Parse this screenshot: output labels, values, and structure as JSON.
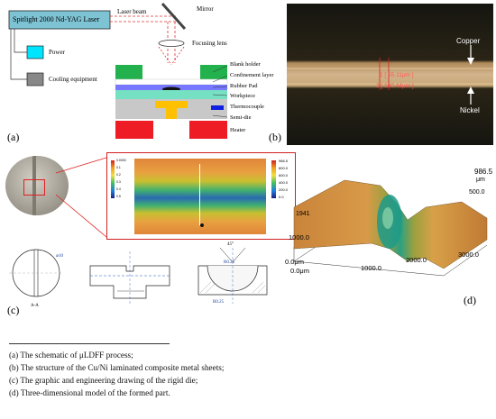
{
  "panel_a": {
    "label": "(a)",
    "laser_box": "Spitlight 2000 Nd-YAG Laser",
    "laser_beam": "Laser beam",
    "mirror": "Mirror",
    "focusing_lens": "Focusing lens",
    "power": "Power",
    "cooling": "Cooling equipment",
    "legend": [
      "Blank holder",
      "Confinement layer",
      "Rubber Pad",
      "Workpiece",
      "Thermocouple",
      "Semi-die",
      "Heater"
    ]
  },
  "panel_b": {
    "label": "(b)",
    "copper": "Copper",
    "nickel": "Nickel",
    "m1": "1 [ 55.11μm ]",
    "m2": "2 [ 100.44μm ]"
  },
  "panel_c": {
    "label": "(c)",
    "section": "A-A",
    "dim_d": "⌀10",
    "dim_angle": "45°",
    "dim_r1": "R0.25",
    "dim_r2": "R0.25",
    "scale_vals": [
      "0.0000",
      "0.1",
      "0.2",
      "0.3",
      "0.4",
      "0.5"
    ],
    "scale_r": [
      "986.5",
      "800.0",
      "600.0",
      "400.0",
      "200.0",
      "0.0"
    ]
  },
  "panel_d": {
    "label": "(d)",
    "zmax": "986.5",
    "zunit": "μm",
    "z500": "500.0",
    "z1941": "1941",
    "y1000": "1000.0",
    "y0": "0.0μm",
    "x0": "0.0μm",
    "x1000": "1000.0",
    "x2000": "2000.0",
    "x3000": "3000.0"
  },
  "captions": [
    "(a) The schematic of μLDFF process;",
    "(b) The structure of the Cu/Ni laminated composite metal sheets;",
    "(c) The graphic and engineering drawing of the rigid die;",
    "(d) Three-dimensional model of the formed part."
  ],
  "colors": {
    "laser_fill": "#7ec3d4",
    "power_fill": "#00e5ff",
    "cooling_fill": "#888888",
    "blank_holder": "#22b14c",
    "rubber": "#7777ff",
    "workpiece": "#76e0c3",
    "semidie": "#c8c8c8",
    "punch": "#ffc000",
    "heater": "#ee1c24"
  }
}
